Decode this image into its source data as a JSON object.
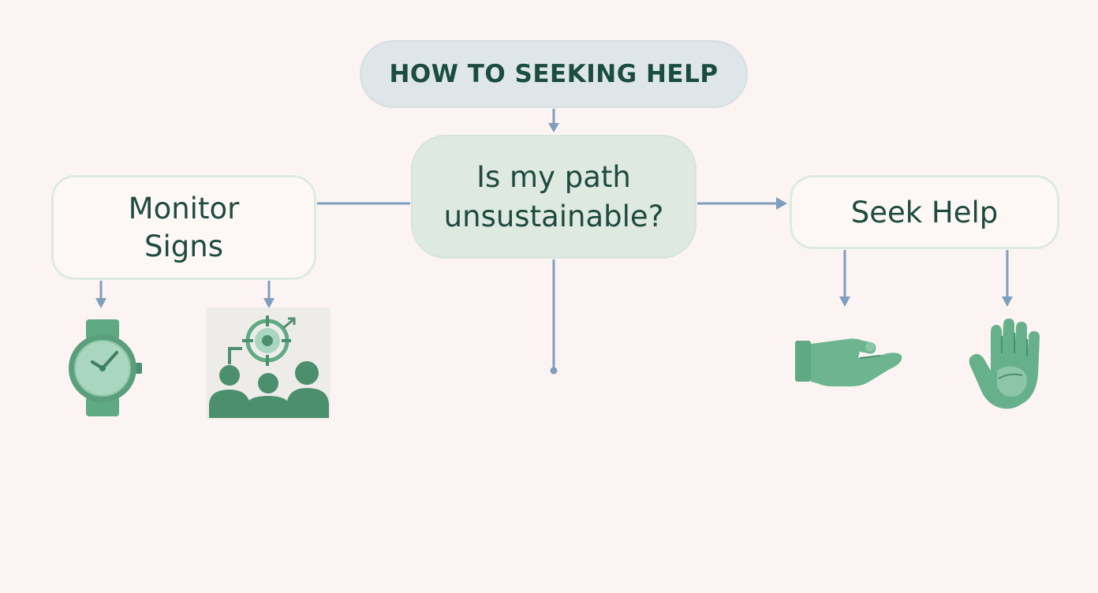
{
  "diagram": {
    "title": "HOW TO SEEKING HELP",
    "question": {
      "line1": "Is my path",
      "line2": "unsustainable?"
    },
    "monitor": {
      "line1": "Monitor",
      "line2": "Signs"
    },
    "seek": {
      "label": "Seek Help"
    }
  },
  "icons": {
    "monitor_left": "wristwatch-icon",
    "monitor_right": "team-target-icon",
    "seek_left": "offering-hand-icon",
    "seek_right": "raised-hand-icon"
  },
  "colors": {
    "background": "#fcf4f2",
    "connector": "#7f9ebd",
    "icon_green": "#5fa983",
    "icon_green_dark": "#4c8f6e",
    "icon_green_light": "#a8d4bc",
    "text": "#1f4a40",
    "title_pill": "#dfe6ea",
    "question_fill": "#dde9e1"
  }
}
